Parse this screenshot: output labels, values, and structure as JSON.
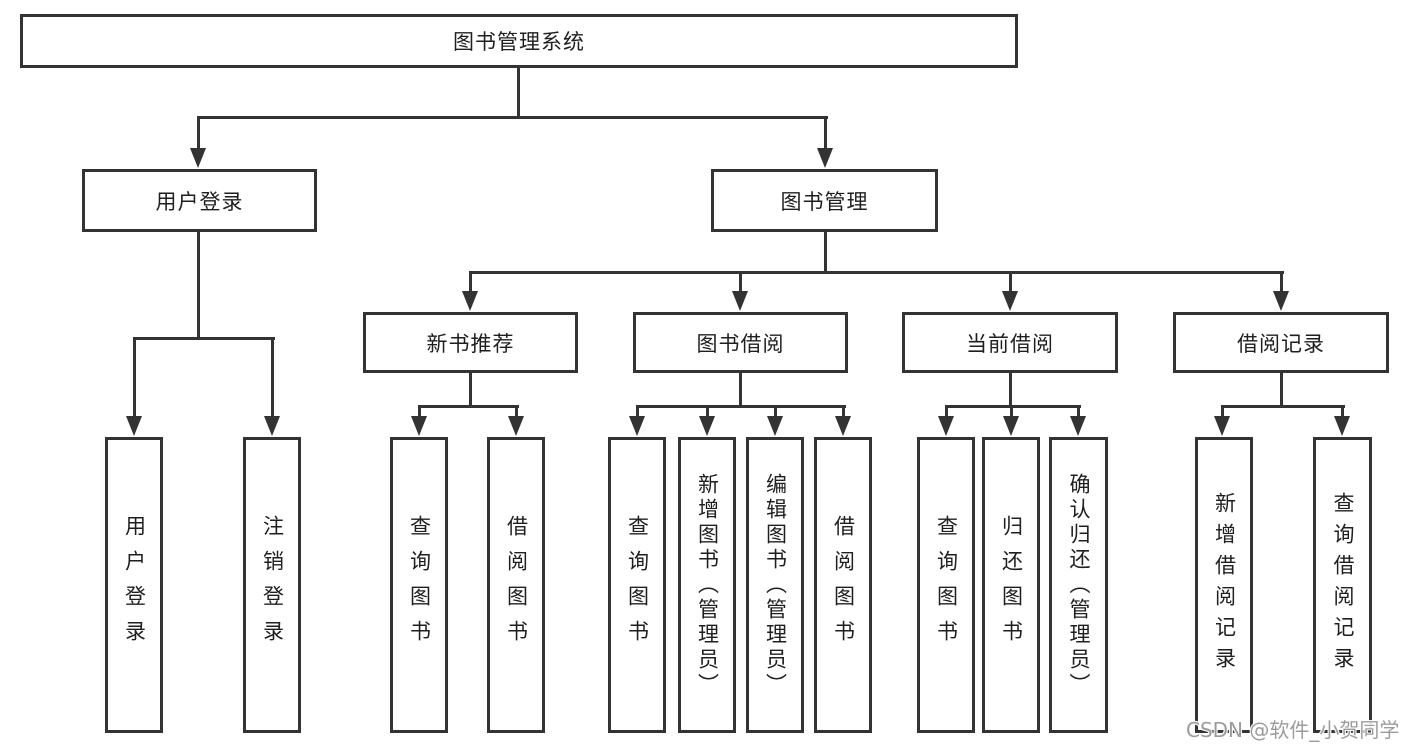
{
  "theme": {
    "line_color": "#333333",
    "text_color": "#1f1f1f",
    "background": "#ffffff",
    "watermark_color": "#9c9c9c"
  },
  "watermark": {
    "text": "CSDN @软件_小贺同学"
  },
  "tree": {
    "root": "图书管理系统",
    "level2": [
      {
        "label": "用户登录"
      },
      {
        "label": "图书管理"
      }
    ],
    "level3": [
      {
        "label": "新书推荐"
      },
      {
        "label": "图书借阅"
      },
      {
        "label": "当前借阅"
      },
      {
        "label": "借阅记录"
      }
    ],
    "leaves": {
      "user_login": [
        "用户登录",
        "注销登录"
      ],
      "new_book_recommend": [
        "查询图书",
        "借阅图书"
      ],
      "book_borrow": [
        "查询图书",
        "新增图书（管理员）",
        "编辑图书（管理员）",
        "借阅图书"
      ],
      "current_borrow": [
        "查询图书",
        "归还图书",
        "确认归还（管理员）"
      ],
      "borrow_records": [
        "新增借阅记录",
        "查询借阅记录"
      ]
    }
  }
}
